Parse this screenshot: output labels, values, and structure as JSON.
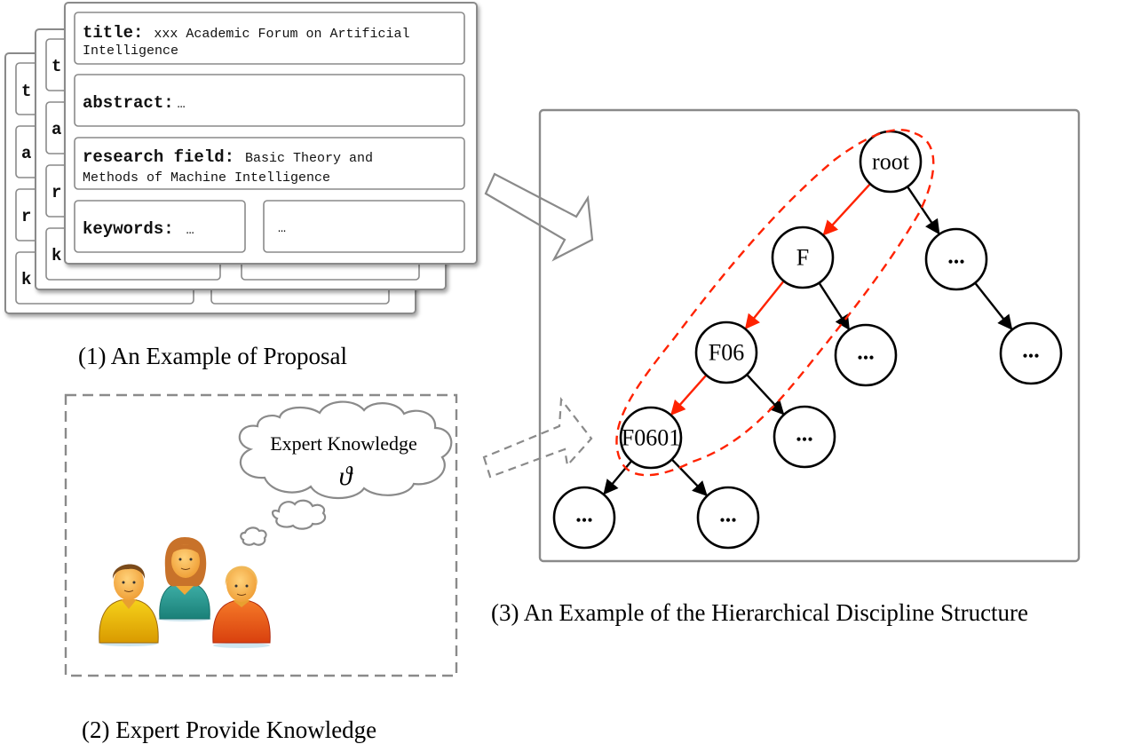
{
  "panel1": {
    "caption": "(1)  An Example of Proposal",
    "proposal": {
      "title_label": "title:",
      "title_value_line1": "xxx Academic Forum on Artificial",
      "title_value_line2": "Intelligence",
      "abstract_label": "abstract:",
      "abstract_value": "…",
      "research_field_label": "research field:",
      "research_field_value_line1": "Basic Theory and",
      "research_field_value_line2": "Methods of Machine Intelligence",
      "keywords_label": "keywords:",
      "keywords_value": "…",
      "extra_field_value": "…"
    },
    "back_card_letters": [
      "t",
      "a",
      "r",
      "k"
    ]
  },
  "panel2": {
    "caption": "(2)  Expert Provide Knowledge",
    "thought_text": "Expert Knowledge",
    "thought_symbol": "ϑ",
    "experts": [
      {
        "name": "expert-man",
        "shirt": "#e8b400",
        "hair": "#7a4a1a"
      },
      {
        "name": "expert-woman",
        "shirt": "#2a9a94",
        "hair": "#c8722a"
      },
      {
        "name": "expert-child",
        "shirt": "#ee5a1c",
        "hair": "#f0b050"
      }
    ]
  },
  "panel3": {
    "caption": "(3) An Example of the Hierarchical Discipline Structure",
    "nodes": [
      {
        "id": "root",
        "label": "root"
      },
      {
        "id": "F",
        "label": "F"
      },
      {
        "id": "r1",
        "label": "..."
      },
      {
        "id": "F06",
        "label": "F06"
      },
      {
        "id": "f1",
        "label": "..."
      },
      {
        "id": "r2",
        "label": "..."
      },
      {
        "id": "F0601",
        "label": "F0601"
      },
      {
        "id": "f06a",
        "label": "..."
      },
      {
        "id": "l1",
        "label": "..."
      },
      {
        "id": "l2",
        "label": "..."
      }
    ],
    "edges": [
      {
        "from": "root",
        "to": "F",
        "highlighted": true
      },
      {
        "from": "root",
        "to": "r1",
        "highlighted": false
      },
      {
        "from": "F",
        "to": "F06",
        "highlighted": true
      },
      {
        "from": "F",
        "to": "f1",
        "highlighted": false
      },
      {
        "from": "r1",
        "to": "r2",
        "highlighted": false
      },
      {
        "from": "F06",
        "to": "F0601",
        "highlighted": true
      },
      {
        "from": "F06",
        "to": "f06a",
        "highlighted": false
      },
      {
        "from": "F0601",
        "to": "l1",
        "highlighted": false
      },
      {
        "from": "F0601",
        "to": "l2",
        "highlighted": false
      }
    ],
    "highlight_path": [
      "root",
      "F",
      "F06",
      "F0601"
    ]
  },
  "colors": {
    "highlight_red": "#ff2200",
    "frame_gray": "#8a8a8a",
    "node_black": "#000000"
  }
}
